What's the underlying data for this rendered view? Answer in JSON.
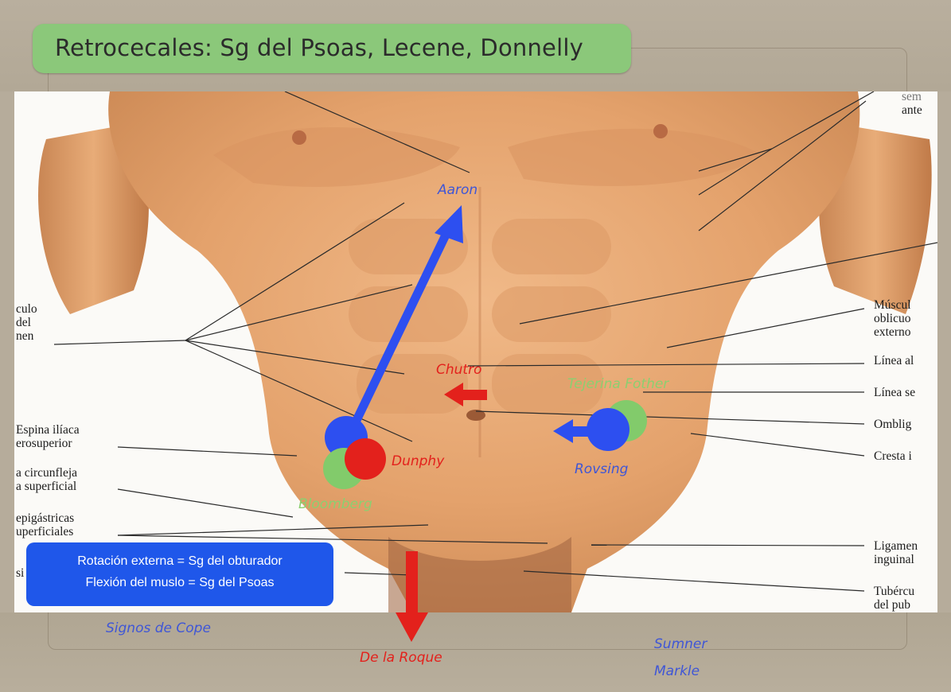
{
  "slide": {
    "title": "Retrocecales: Sg del Psoas, Lecene, Donnelly",
    "colors": {
      "title_bg": "#8bc87a",
      "blue": "#3f56d6",
      "red": "#e3211c",
      "green": "#8ccf70",
      "info_bg": "#1f57ea"
    }
  },
  "labels_left": {
    "musculo_recto": [
      "culo",
      "del",
      "nen"
    ],
    "espina": [
      "Espina ilíaca",
      "erosuperior"
    ],
    "circunfleja": [
      "a circunfleja",
      "a superficial"
    ],
    "epigastricas": [
      "epigástricas",
      "uperficiales"
    ],
    "cut": "si"
  },
  "labels_right": {
    "top": [
      "sem",
      "ante"
    ],
    "oblicuo": [
      "Múscul",
      "oblicuo",
      "externo"
    ],
    "linea_alba": "Línea al",
    "linea_se": "Línea se",
    "ombligo": "Omblig",
    "cresta": "Cresta i",
    "ligamento": [
      "Ligamen",
      "inguinal"
    ],
    "tuberculo": [
      "Tubércu",
      "del pub"
    ]
  },
  "signs": {
    "aaron": "Aaron",
    "chutro": "Chutro",
    "tejerina": "Tejerina Fother",
    "dunphy": "Dunphy",
    "rovsing": "Rovsing",
    "bloomberg": "Bloomberg",
    "cope": "Signos de Cope",
    "roque": "De la Roque",
    "sumner": "Sumner",
    "markle": "Markle"
  },
  "info_box": {
    "line1": "Rotación externa = Sg del obturador",
    "line2": "Flexión del muslo = Sg del Psoas"
  }
}
